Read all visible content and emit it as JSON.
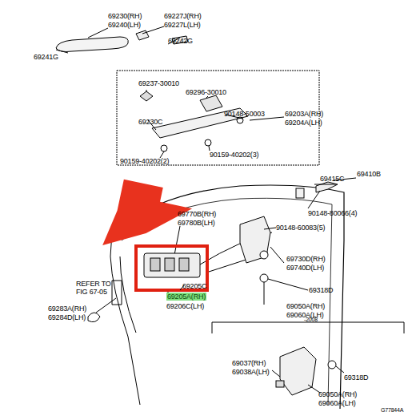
{
  "diagram": {
    "labels": [
      "69230(RH)",
      "69227J(RH)",
      "69240(LH)",
      "69227L(LH)",
      "69242G",
      "69241G",
      "69237-30010",
      "69296-30010",
      "69230C",
      "90148-50003",
      "69203A(RH)",
      "69204A(LH)",
      "90159-40202(2)",
      "90159-40202(3)",
      "69410B",
      "69415C",
      "90148-80066(4)",
      "69770B(RH)",
      "69780B(LH)",
      "90148-60083(5)",
      "69730D(RH)",
      "69740D(LH)",
      "69318D",
      "REFER TO",
      "FIG 67-05",
      "69205C",
      "69205A(RH)",
      "69050A(RH)",
      "69060A(LH)",
      "69283A(RH)",
      "69284D(LH)",
      "69206C(LH)",
      "-2008",
      "69037(RH)",
      "69038A(LH)",
      "69318D",
      "69050A(RH)",
      "69060A(LH)",
      "G77844A"
    ]
  }
}
